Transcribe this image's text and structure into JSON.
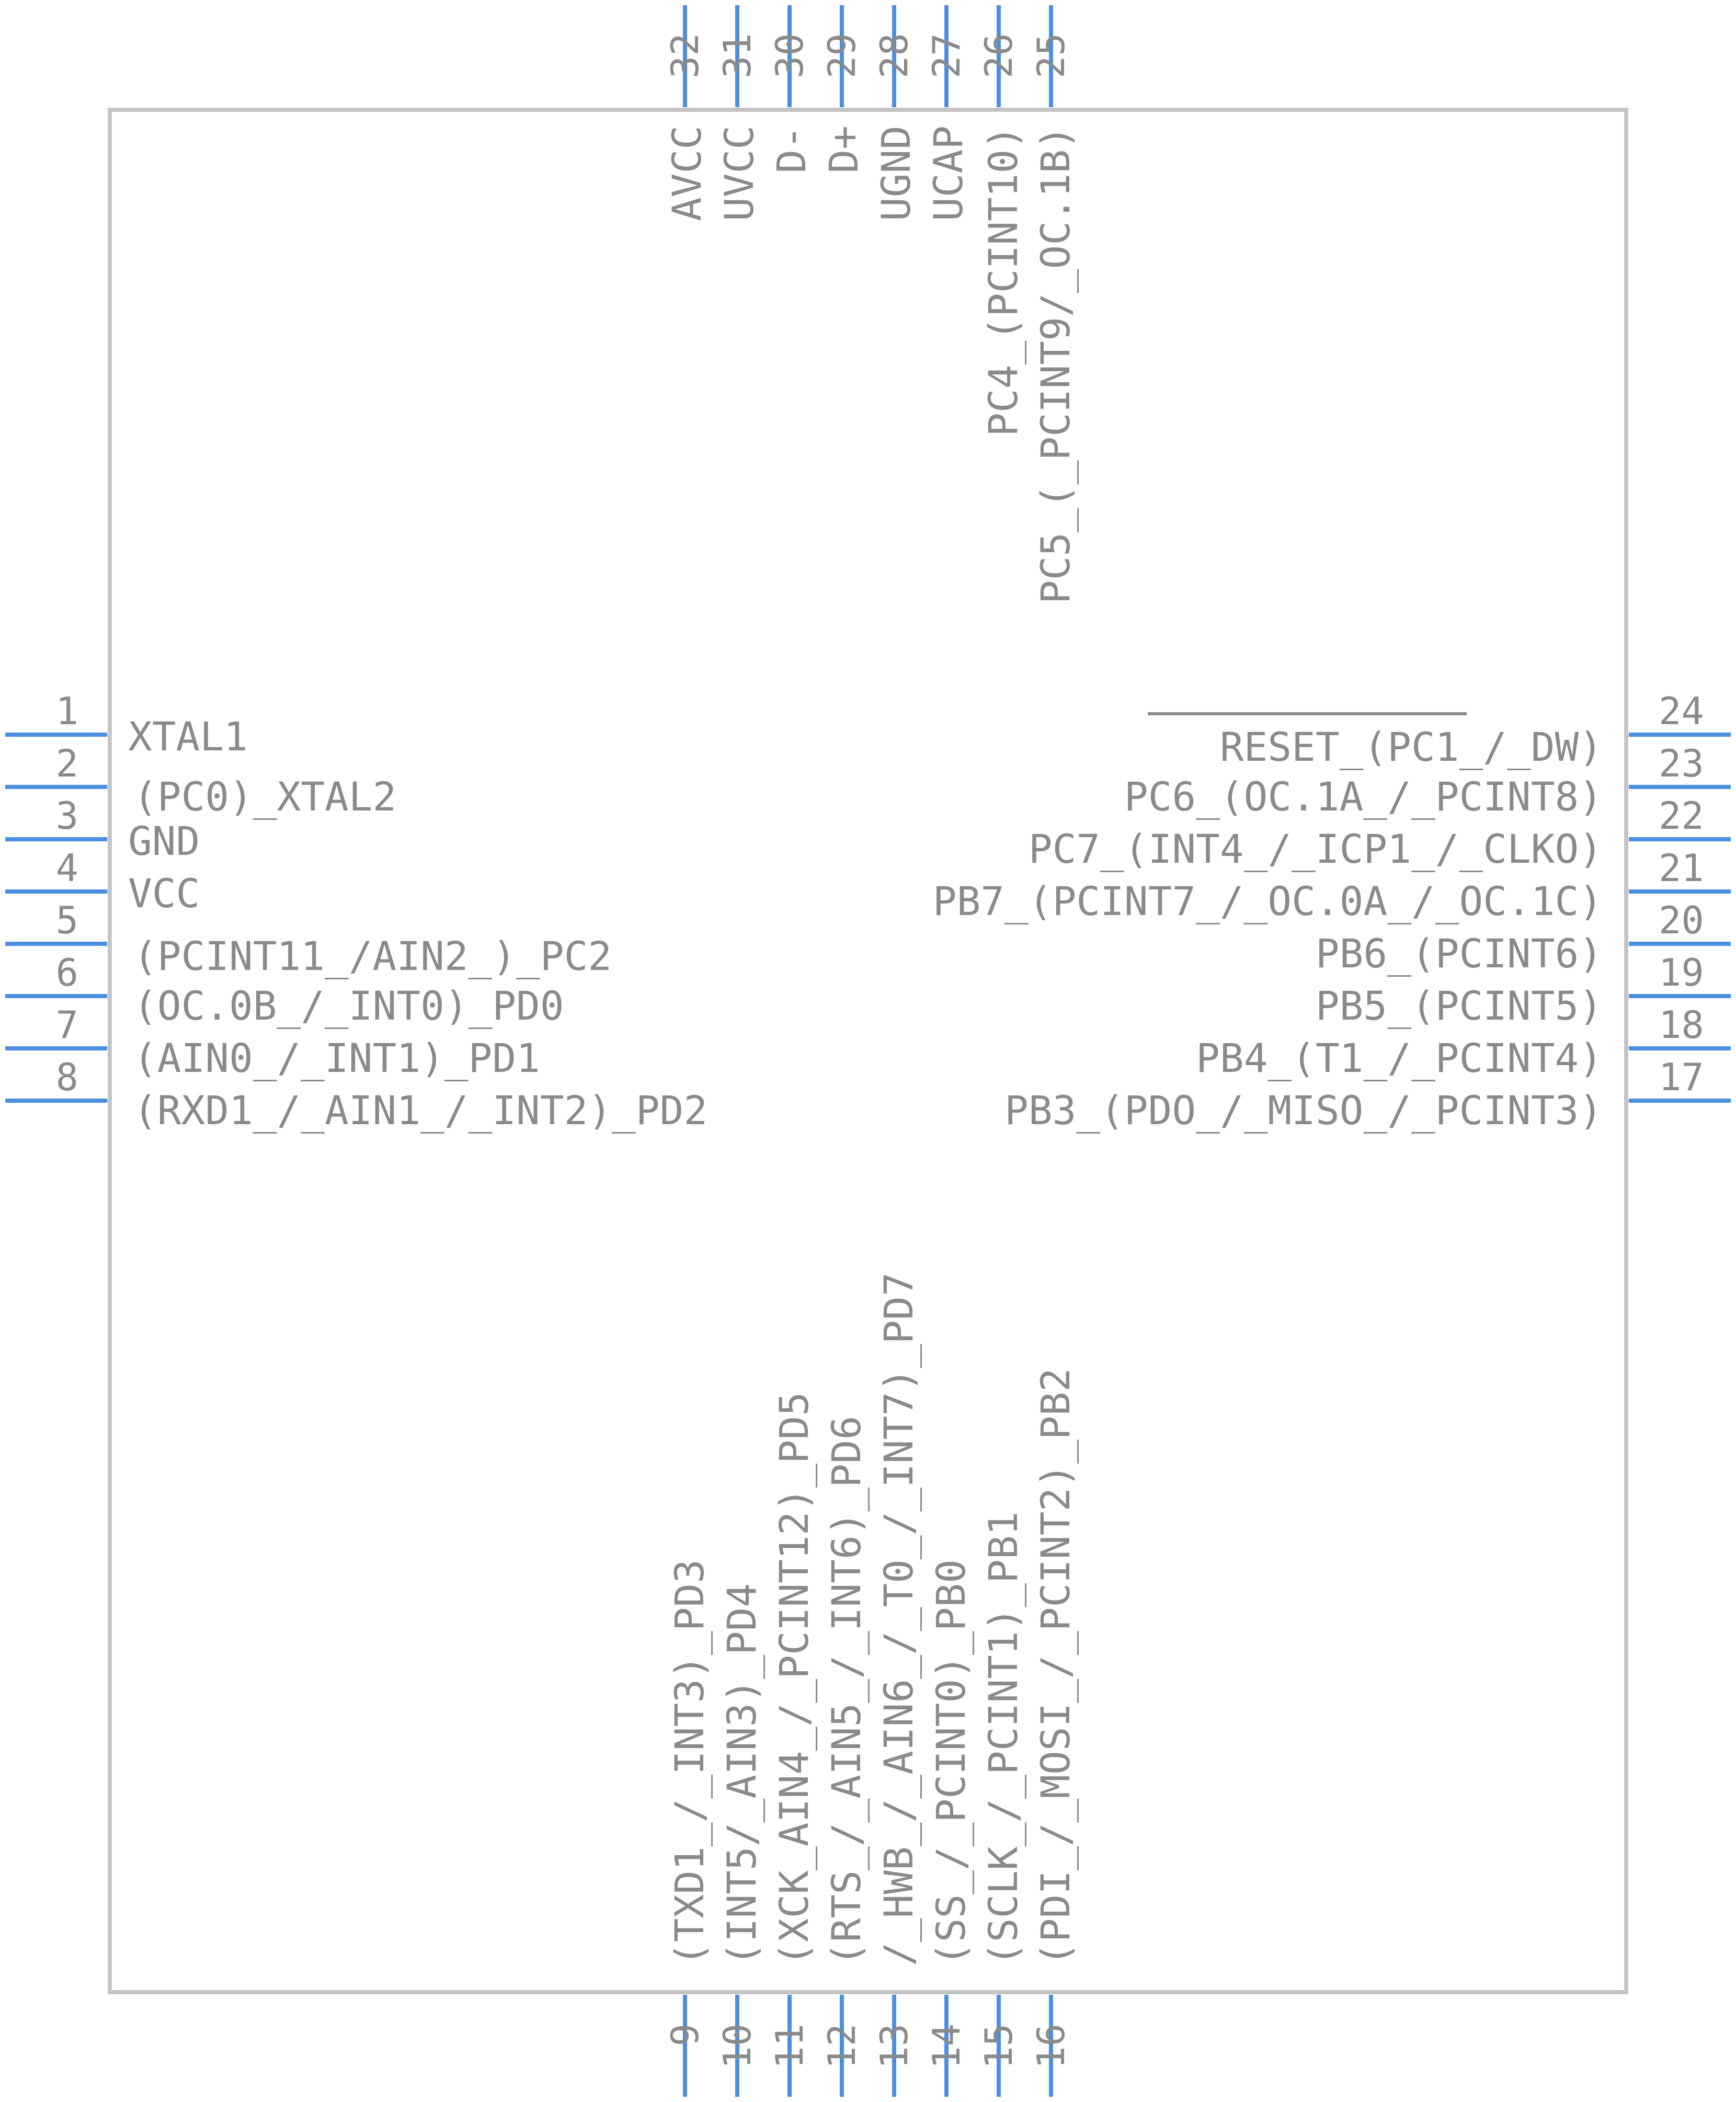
{
  "component": {
    "pins_left": [
      {
        "num": "1",
        "name": "XTAL1"
      },
      {
        "num": "2",
        "name": "(PC0)_XTAL2"
      },
      {
        "num": "3",
        "name": "GND"
      },
      {
        "num": "4",
        "name": "VCC"
      },
      {
        "num": "5",
        "name": "(PCINT11_/AIN2_)_PC2"
      },
      {
        "num": "6",
        "name": "(OC.0B_/_INT0)_PD0"
      },
      {
        "num": "7",
        "name": "(AIN0_/_INT1)_PD1"
      },
      {
        "num": "8",
        "name": "(RXD1_/_AIN1_/_INT2)_PD2"
      }
    ],
    "pins_right": [
      {
        "num": "24",
        "name": "RESET_(PC1_/_DW)"
      },
      {
        "num": "23",
        "name": "PC6_(OC.1A_/_PCINT8)"
      },
      {
        "num": "22",
        "name": "PC7_(INT4_/_ICP1_/_CLKO)"
      },
      {
        "num": "21",
        "name": "PB7_(PCINT7_/_OC.0A_/_OC.1C)"
      },
      {
        "num": "20",
        "name": "PB6_(PCINT6)"
      },
      {
        "num": "19",
        "name": "PB5_(PCINT5)"
      },
      {
        "num": "18",
        "name": "PB4_(T1_/_PCINT4)"
      },
      {
        "num": "17",
        "name": "PB3_(PDO_/_MISO_/_PCINT3)"
      }
    ],
    "pins_top": [
      {
        "num": "32",
        "name": "AVCC"
      },
      {
        "num": "31",
        "name": "UVCC"
      },
      {
        "num": "30",
        "name": "D-"
      },
      {
        "num": "29",
        "name": "D+"
      },
      {
        "num": "28",
        "name": "UGND"
      },
      {
        "num": "27",
        "name": "UCAP"
      },
      {
        "num": "26",
        "name": "PC4_(PCINT10)"
      },
      {
        "num": "25",
        "name": "PC5_(_PCINT9/_OC.1B)"
      }
    ],
    "pins_bottom": [
      {
        "num": "9",
        "name": "(TXD1_/_INT3)_PD3"
      },
      {
        "num": "10",
        "name": "(INT5/_AIN3)_PD4"
      },
      {
        "num": "11",
        "name": "(XCK_AIN4_/_PCINT12)_PD5"
      },
      {
        "num": "12",
        "name": "(RTS_/_AIN5_/_INT6)_PD6"
      },
      {
        "num": "13",
        "name": "/_HWB_/_AIN6_/_T0_/_INT7)_PD7"
      },
      {
        "num": "14",
        "name": "(SS_/_PCINT0)_PB0"
      },
      {
        "num": "15",
        "name": "(SCLK_/_PCINT1)_PB1"
      },
      {
        "num": "16",
        "name": "(PDI_/_MOSI_/_PCINT2)_PB2"
      }
    ]
  }
}
